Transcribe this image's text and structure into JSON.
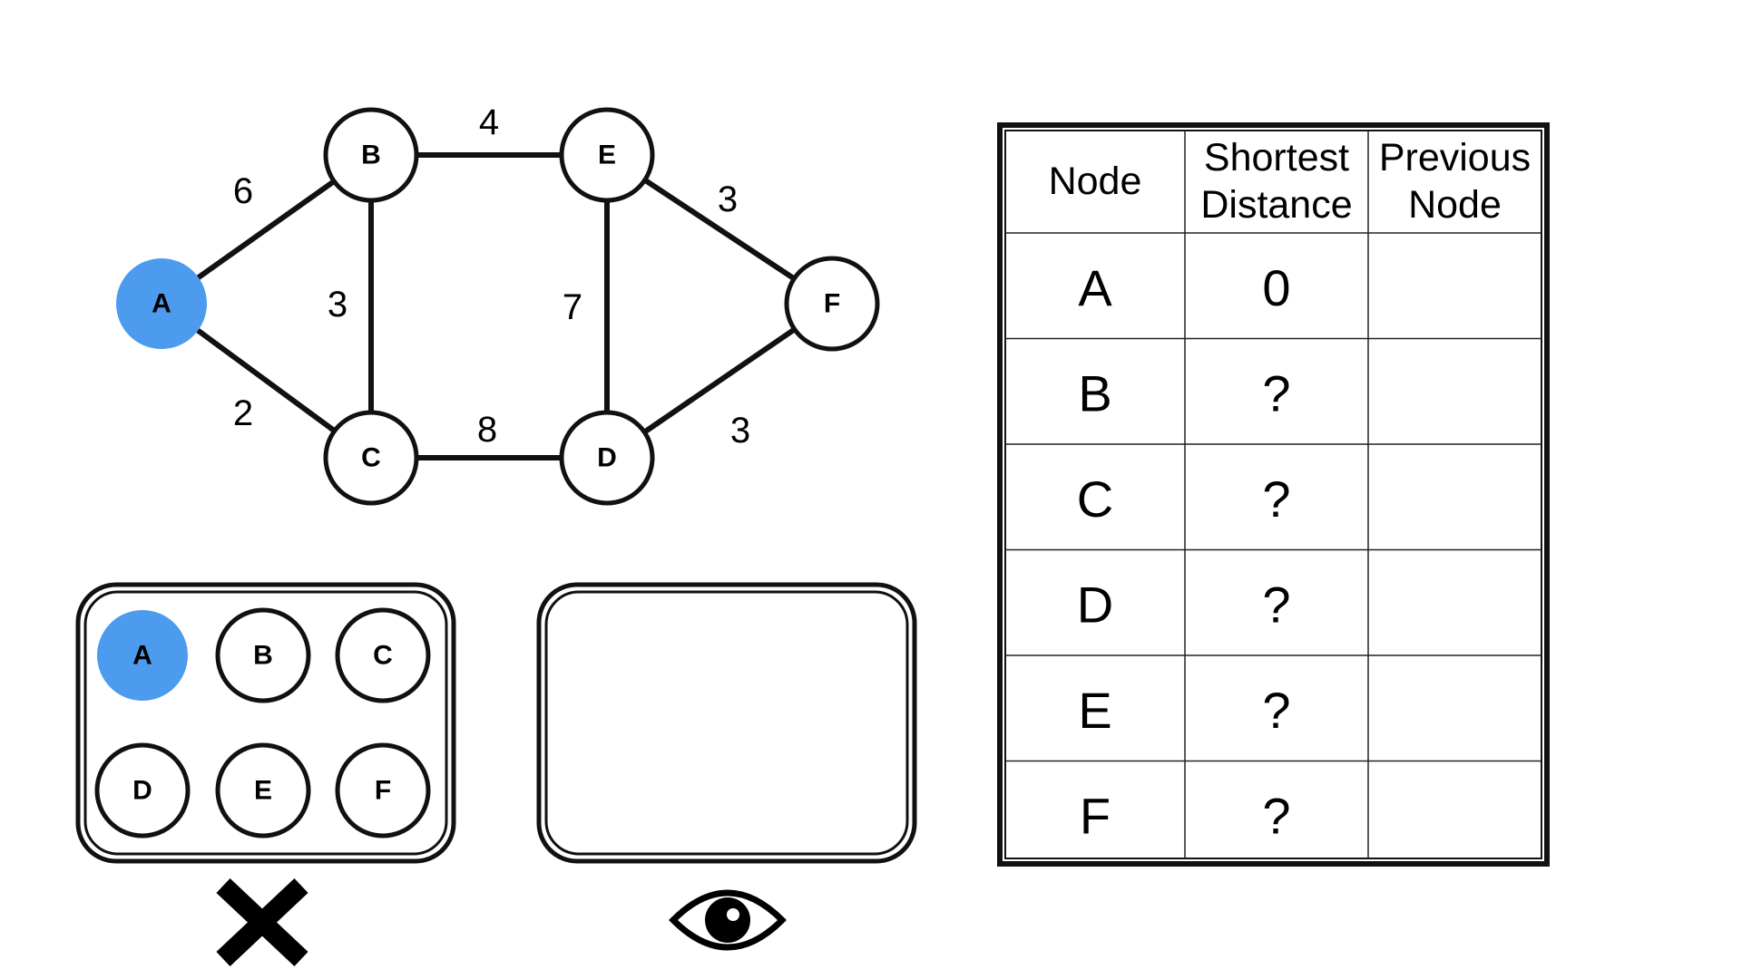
{
  "colors": {
    "visited": "#4c9bef",
    "stroke": "#111111",
    "background": "#ffffff"
  },
  "graph": {
    "nodes": [
      {
        "id": "A",
        "label": "A",
        "visited": true
      },
      {
        "id": "B",
        "label": "B",
        "visited": false
      },
      {
        "id": "C",
        "label": "C",
        "visited": false
      },
      {
        "id": "D",
        "label": "D",
        "visited": false
      },
      {
        "id": "E",
        "label": "E",
        "visited": false
      },
      {
        "id": "F",
        "label": "F",
        "visited": false
      }
    ],
    "edges": [
      {
        "from": "A",
        "to": "B",
        "weight": "6"
      },
      {
        "from": "A",
        "to": "C",
        "weight": "2"
      },
      {
        "from": "B",
        "to": "C",
        "weight": "3"
      },
      {
        "from": "B",
        "to": "E",
        "weight": "4"
      },
      {
        "from": "C",
        "to": "D",
        "weight": "8"
      },
      {
        "from": "E",
        "to": "D",
        "weight": "7"
      },
      {
        "from": "E",
        "to": "F",
        "weight": "3"
      },
      {
        "from": "D",
        "to": "F",
        "weight": "3"
      }
    ]
  },
  "visited_set": {
    "icon": "x-icon",
    "nodes": [
      {
        "label": "A",
        "visited": true
      },
      {
        "label": "B",
        "visited": false
      },
      {
        "label": "C",
        "visited": false
      },
      {
        "label": "D",
        "visited": false
      },
      {
        "label": "E",
        "visited": false
      },
      {
        "label": "F",
        "visited": false
      }
    ]
  },
  "current_set": {
    "icon": "eye-icon",
    "nodes": []
  },
  "table": {
    "headers": [
      [
        "Node"
      ],
      [
        "Shortest",
        "Distance"
      ],
      [
        "Previous",
        "Node"
      ]
    ],
    "rows": [
      {
        "node": "A",
        "distance": "0",
        "previous": ""
      },
      {
        "node": "B",
        "distance": "?",
        "previous": ""
      },
      {
        "node": "C",
        "distance": "?",
        "previous": ""
      },
      {
        "node": "D",
        "distance": "?",
        "previous": ""
      },
      {
        "node": "E",
        "distance": "?",
        "previous": ""
      },
      {
        "node": "F",
        "distance": "?",
        "previous": ""
      }
    ]
  }
}
